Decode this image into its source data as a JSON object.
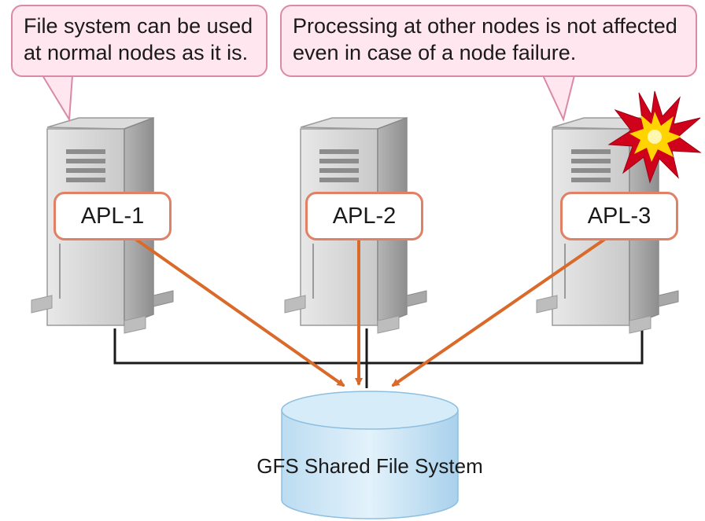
{
  "callouts": {
    "left": [
      "File system can be used",
      "at normal nodes as it is."
    ],
    "right": [
      "Processing at other nodes is not affected",
      "even in case of a node failure."
    ]
  },
  "nodes": [
    {
      "id": "node-1",
      "apl": "APL-1",
      "failed": false
    },
    {
      "id": "node-2",
      "apl": "APL-2",
      "failed": false
    },
    {
      "id": "node-3",
      "apl": "APL-3",
      "failed": true
    }
  ],
  "storage": {
    "label": "GFS Shared File System"
  },
  "colors": {
    "callout_fill": "#ffe6ef",
    "callout_border": "#d98aa8",
    "apl_border": "#e08066",
    "arrow": "#d96a2a",
    "network": "#1a1a1a",
    "db_fill": "#cde6f6",
    "failure_burst": "#d0021b"
  }
}
